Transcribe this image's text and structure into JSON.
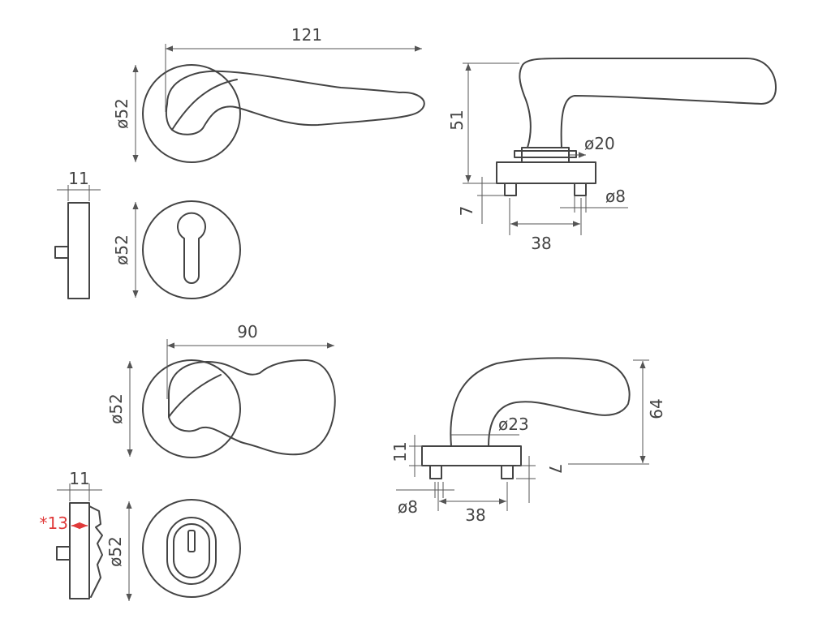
{
  "colors": {
    "stroke": "#444444",
    "dimension": "#555555",
    "text": "#444444",
    "highlight": "#e03a3a"
  },
  "views": {
    "lever_1_top": {
      "length": "121",
      "rose_diameter": "ø52"
    },
    "lever_1_side": {
      "height": "51",
      "neck_diameter": "ø20",
      "base_thickness": "7",
      "pin_diameter": "ø8",
      "pin_spacing": "38"
    },
    "key_escutcheon_profile_cylinder": {
      "thickness": "11",
      "diameter": "ø52"
    },
    "lever_2_top": {
      "length": "90",
      "rose_diameter": "ø52"
    },
    "lever_2_side": {
      "height": "64",
      "neck_diameter": "ø23",
      "base_thickness": "11",
      "pin_height": "7",
      "pin_diameter": "ø8",
      "pin_spacing": "38"
    },
    "escutcheon_privacy": {
      "thickness": "11",
      "extra_thickness": "*13",
      "diameter": "ø52"
    }
  }
}
